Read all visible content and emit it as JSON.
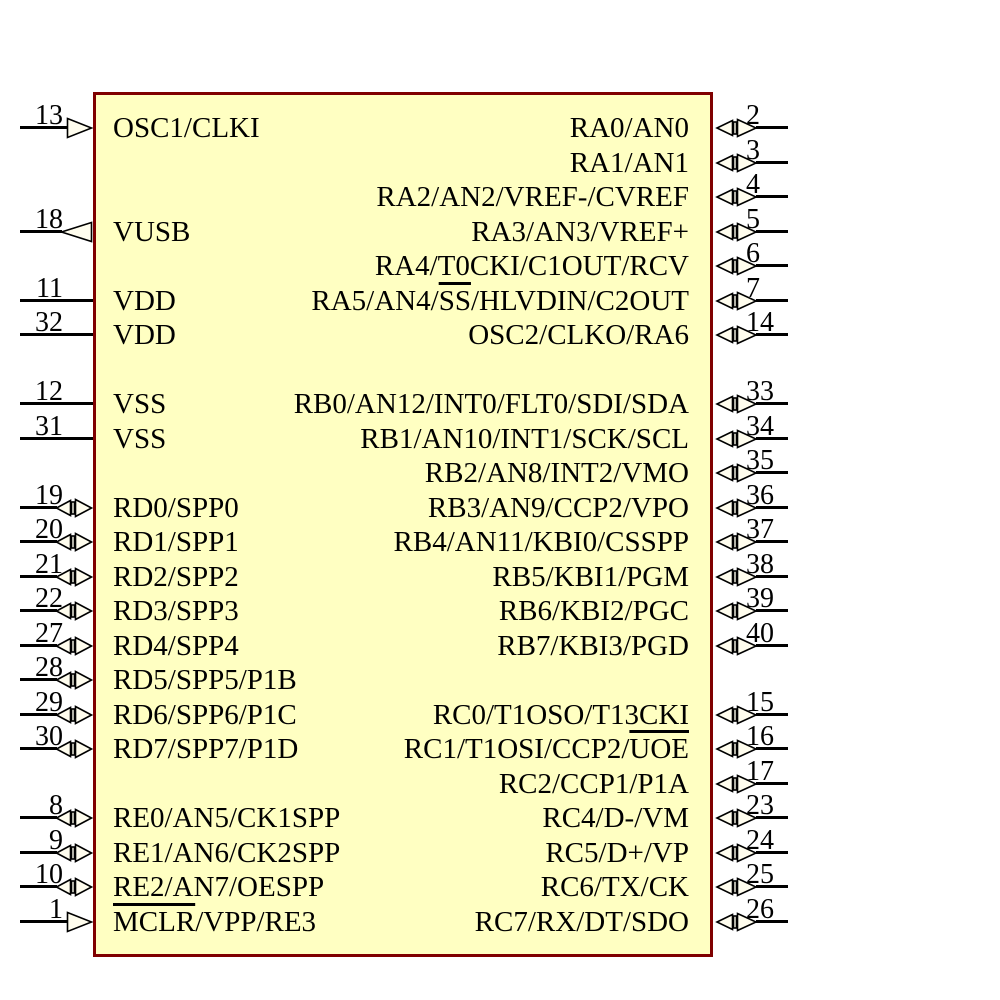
{
  "colors": {
    "background": "#FFFFFF",
    "chip_fill": "#FFFFC2",
    "chip_border": "#7F0000",
    "wire": "#000000",
    "arrow_fill": "#FFFDEE",
    "arrow_stroke": "#000000",
    "text": "#000000"
  },
  "pins": {
    "left": [
      {
        "number": "13",
        "row": 1,
        "direction": "input",
        "label_parts": [
          {
            "text": "OSC1/CLKI",
            "overline": false
          }
        ]
      },
      {
        "number": "18",
        "row": 4,
        "direction": "output",
        "label_parts": [
          {
            "text": "VUSB",
            "overline": false
          }
        ]
      },
      {
        "number": "11",
        "row": 6,
        "direction": "none",
        "label_parts": [
          {
            "text": "VDD",
            "overline": false
          }
        ]
      },
      {
        "number": "32",
        "row": 7,
        "direction": "none",
        "label_parts": [
          {
            "text": "VDD",
            "overline": false
          }
        ]
      },
      {
        "number": "12",
        "row": 9,
        "direction": "none",
        "label_parts": [
          {
            "text": "VSS",
            "overline": false
          }
        ]
      },
      {
        "number": "31",
        "row": 10,
        "direction": "none",
        "label_parts": [
          {
            "text": "VSS",
            "overline": false
          }
        ]
      },
      {
        "number": "19",
        "row": 12,
        "direction": "bidirectional",
        "label_parts": [
          {
            "text": "RD0/SPP0",
            "overline": false
          }
        ]
      },
      {
        "number": "20",
        "row": 13,
        "direction": "bidirectional",
        "label_parts": [
          {
            "text": "RD1/SPP1",
            "overline": false
          }
        ]
      },
      {
        "number": "21",
        "row": 14,
        "direction": "bidirectional",
        "label_parts": [
          {
            "text": "RD2/SPP2",
            "overline": false
          }
        ]
      },
      {
        "number": "22",
        "row": 15,
        "direction": "bidirectional",
        "label_parts": [
          {
            "text": "RD3/SPP3",
            "overline": false
          }
        ]
      },
      {
        "number": "27",
        "row": 16,
        "direction": "bidirectional",
        "label_parts": [
          {
            "text": "RD4/SPP4",
            "overline": false
          }
        ]
      },
      {
        "number": "28",
        "row": 17,
        "direction": "bidirectional",
        "label_parts": [
          {
            "text": "RD5/SPP5/P1B",
            "overline": false
          }
        ]
      },
      {
        "number": "29",
        "row": 18,
        "direction": "bidirectional",
        "label_parts": [
          {
            "text": "RD6/SPP6/P1C",
            "overline": false
          }
        ]
      },
      {
        "number": "30",
        "row": 19,
        "direction": "bidirectional",
        "label_parts": [
          {
            "text": "RD7/SPP7/P1D",
            "overline": false
          }
        ]
      },
      {
        "number": "8",
        "row": 21,
        "direction": "bidirectional",
        "label_parts": [
          {
            "text": "RE0/AN5/CK1SPP",
            "overline": false
          }
        ]
      },
      {
        "number": "9",
        "row": 22,
        "direction": "bidirectional",
        "label_parts": [
          {
            "text": "RE1/AN6/CK2SPP",
            "overline": false
          }
        ]
      },
      {
        "number": "10",
        "row": 23,
        "direction": "bidirectional",
        "label_parts": [
          {
            "text": "RE2/AN7/OESPP",
            "overline": false
          }
        ]
      },
      {
        "number": "1",
        "row": 24,
        "direction": "input",
        "label_parts": [
          {
            "text": "MCLR",
            "overline": true
          },
          {
            "text": "/VPP/RE3",
            "overline": false
          }
        ]
      }
    ],
    "right": [
      {
        "number": "2",
        "row": 1,
        "direction": "bidirectional",
        "label_parts": [
          {
            "text": "RA0/AN0",
            "overline": false
          }
        ]
      },
      {
        "number": "3",
        "row": 2,
        "direction": "bidirectional",
        "label_parts": [
          {
            "text": "RA1/AN1",
            "overline": false
          }
        ]
      },
      {
        "number": "4",
        "row": 3,
        "direction": "bidirectional",
        "label_parts": [
          {
            "text": "RA2/AN2/VREF-/CVREF",
            "overline": false
          }
        ]
      },
      {
        "number": "5",
        "row": 4,
        "direction": "bidirectional",
        "label_parts": [
          {
            "text": "RA3/AN3/VREF+",
            "overline": false
          }
        ]
      },
      {
        "number": "6",
        "row": 5,
        "direction": "bidirectional",
        "label_parts": [
          {
            "text": "RA4/T0CKI/C1OUT/RCV",
            "overline": false
          }
        ]
      },
      {
        "number": "7",
        "row": 6,
        "direction": "bidirectional",
        "label_parts": [
          {
            "text": "RA5/AN4/",
            "overline": false
          },
          {
            "text": "SS",
            "overline": true
          },
          {
            "text": "/HLVDIN/C2OUT",
            "overline": false
          }
        ]
      },
      {
        "number": "14",
        "row": 7,
        "direction": "bidirectional",
        "label_parts": [
          {
            "text": "OSC2/CLKO/RA6",
            "overline": false
          }
        ]
      },
      {
        "number": "33",
        "row": 9,
        "direction": "bidirectional",
        "label_parts": [
          {
            "text": "RB0/AN12/INT0/FLT0/SDI/SDA",
            "overline": false
          }
        ]
      },
      {
        "number": "34",
        "row": 10,
        "direction": "bidirectional",
        "label_parts": [
          {
            "text": "RB1/AN10/INT1/SCK/SCL",
            "overline": false
          }
        ]
      },
      {
        "number": "35",
        "row": 11,
        "direction": "bidirectional",
        "label_parts": [
          {
            "text": "RB2/AN8/INT2/VMO",
            "overline": false
          }
        ]
      },
      {
        "number": "36",
        "row": 12,
        "direction": "bidirectional",
        "label_parts": [
          {
            "text": "RB3/AN9/CCP2/VPO",
            "overline": false
          }
        ]
      },
      {
        "number": "37",
        "row": 13,
        "direction": "bidirectional",
        "label_parts": [
          {
            "text": "RB4/AN11/KBI0/CSSPP",
            "overline": false
          }
        ]
      },
      {
        "number": "38",
        "row": 14,
        "direction": "bidirectional",
        "label_parts": [
          {
            "text": "RB5/KBI1/PGM",
            "overline": false
          }
        ]
      },
      {
        "number": "39",
        "row": 15,
        "direction": "bidirectional",
        "label_parts": [
          {
            "text": "RB6/KBI2/PGC",
            "overline": false
          }
        ]
      },
      {
        "number": "40",
        "row": 16,
        "direction": "bidirectional",
        "label_parts": [
          {
            "text": "RB7/KBI3/PGD",
            "overline": false
          }
        ]
      },
      {
        "number": "15",
        "row": 18,
        "direction": "bidirectional",
        "label_parts": [
          {
            "text": "RC0/T1OSO/T13CKI",
            "overline": false
          }
        ]
      },
      {
        "number": "16",
        "row": 19,
        "direction": "bidirectional",
        "label_parts": [
          {
            "text": "RC1/T1OSI/CCP2/",
            "overline": false
          },
          {
            "text": "UOE",
            "overline": true
          }
        ]
      },
      {
        "number": "17",
        "row": 20,
        "direction": "bidirectional",
        "label_parts": [
          {
            "text": "RC2/CCP1/P1A",
            "overline": false
          }
        ]
      },
      {
        "number": "23",
        "row": 21,
        "direction": "bidirectional",
        "label_parts": [
          {
            "text": "RC4/D-/VM",
            "overline": false
          }
        ]
      },
      {
        "number": "24",
        "row": 22,
        "direction": "bidirectional",
        "label_parts": [
          {
            "text": "RC5/D+/VP",
            "overline": false
          }
        ]
      },
      {
        "number": "25",
        "row": 23,
        "direction": "bidirectional",
        "label_parts": [
          {
            "text": "RC6/TX/CK",
            "overline": false
          }
        ]
      },
      {
        "number": "26",
        "row": 24,
        "direction": "bidirectional",
        "label_parts": [
          {
            "text": "RC7/RX/DT/SDO",
            "overline": false
          }
        ]
      }
    ]
  }
}
